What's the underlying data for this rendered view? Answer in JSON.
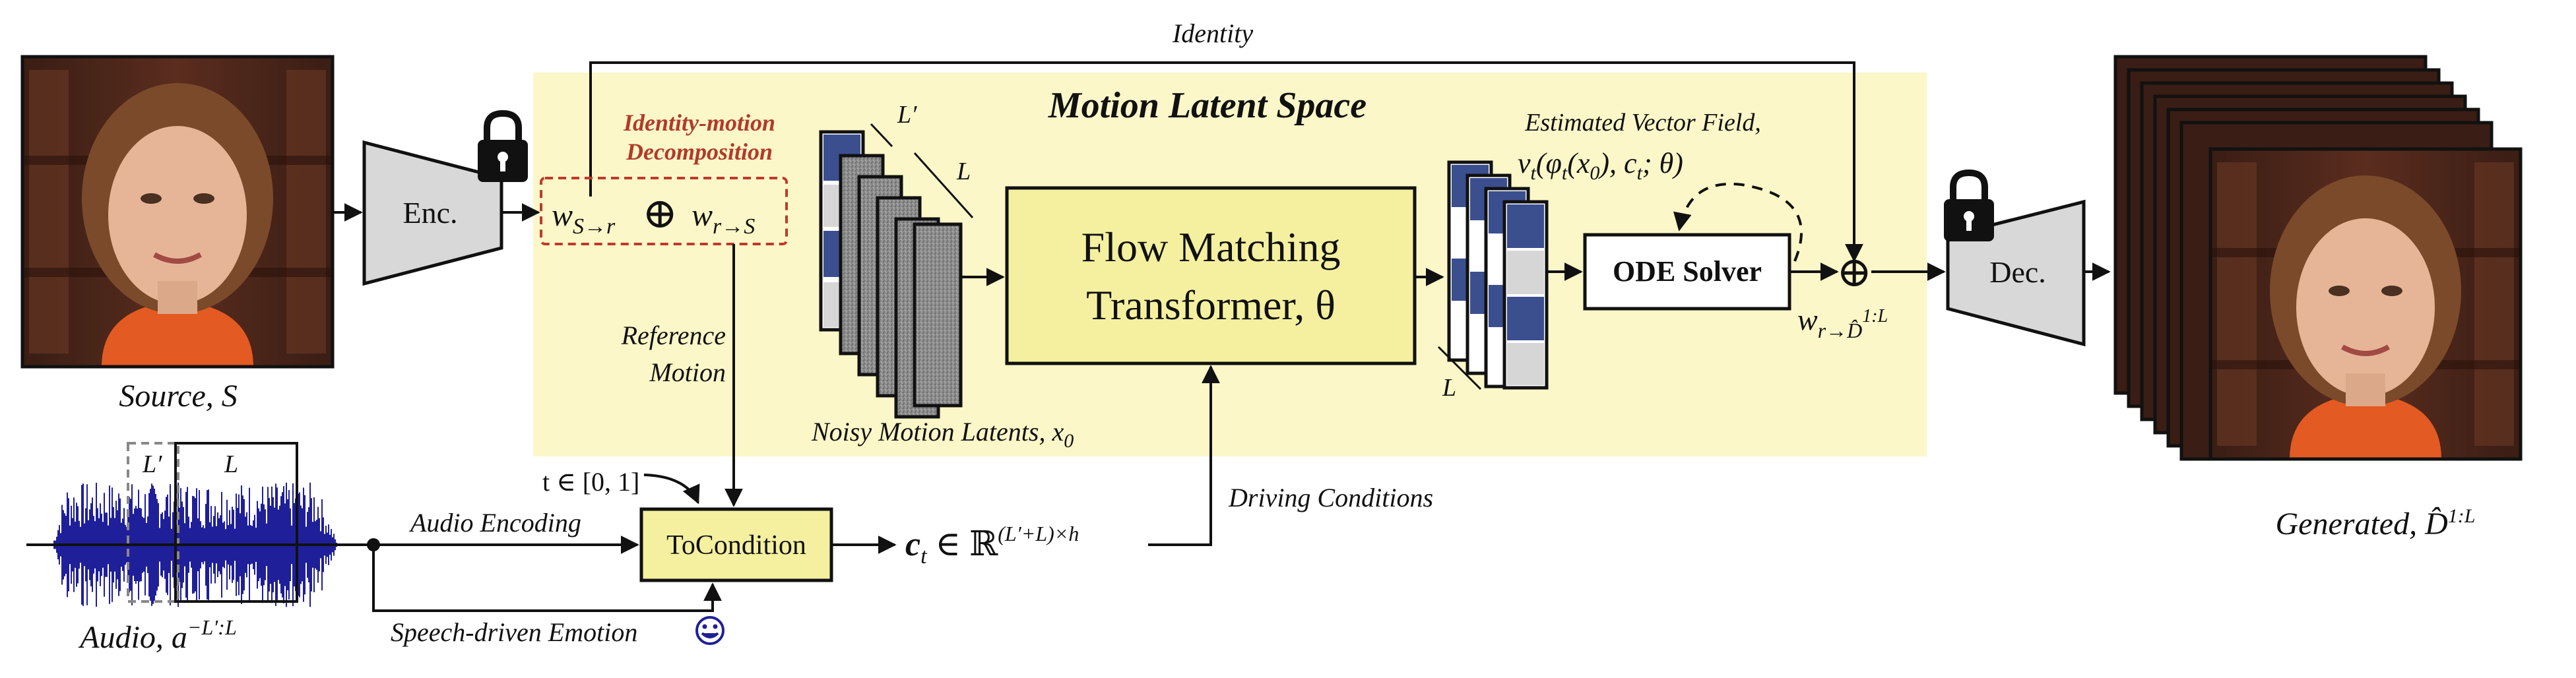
{
  "colors": {
    "latent_space_bg": "#fbf7c8",
    "box_fill": "#f4f0a0",
    "latent_blue": "#3b4f8f",
    "latent_grey": "#d6d6d6",
    "noise_grey": "#8a8a8a",
    "encoder_grey": "#d8d8d8",
    "decomp_red": "#b23a2a",
    "audio_blue": "#1f1f9a"
  },
  "labels": {
    "identity": "Identity",
    "motion_latent_space": "Motion Latent Space",
    "identity_motion_decomposition_line1": "Identity-motion",
    "identity_motion_decomposition_line2": "Decomposition",
    "enc": "Enc.",
    "dec": "Dec.",
    "w_s_to_r": "w",
    "w_s_to_r_sub": "S→r",
    "oplus": "⊕",
    "w_r_to_s": "w",
    "w_r_to_s_sub": "r→S",
    "reference_motion_line1": "Reference",
    "reference_motion_line2": "Motion",
    "noisy_motion_latents": "Noisy Motion Latents, x",
    "noisy_motion_latents_sub": "0",
    "flow_matching_line1": "Flow Matching",
    "flow_matching_line2": "Transformer, θ",
    "estimated_vector_field_line1": "Estimated Vector Field,",
    "estimated_vector_field_line2": "v",
    "estimated_vector_field_line2_rest": "(φ",
    "estimated_vector_field_line2_tail": "(x",
    "estimated_vector_field_line2_end": "), c",
    "estimated_vector_field_line2_fin": "; θ)",
    "t_sub": "t",
    "zero_sub": "0",
    "ode_solver": "ODE Solver",
    "w_r_to_d": "w",
    "w_r_to_d_sub": "r→D̂",
    "w_r_to_d_sup": "1:L",
    "source": "Source, S",
    "generated": "Generated, D̂",
    "generated_sup": "1:L",
    "audio": "Audio, a",
    "audio_sup": "−L′:L",
    "audio_encoding": "Audio Encoding",
    "t_range": "t ∈ [0, 1]",
    "to_condition": "ToCondition",
    "ct": "c",
    "ct_sub": "t",
    "ct_space": " ∈ ℝ",
    "ct_sup": "(L′+L)×h",
    "driving_conditions": "Driving Conditions",
    "speech_driven_emotion": "Speech-driven Emotion",
    "L_prime": "L′",
    "L": "L"
  },
  "icons": [
    "lock-icon",
    "smiley-icon",
    "face-image",
    "audio-waveform"
  ]
}
